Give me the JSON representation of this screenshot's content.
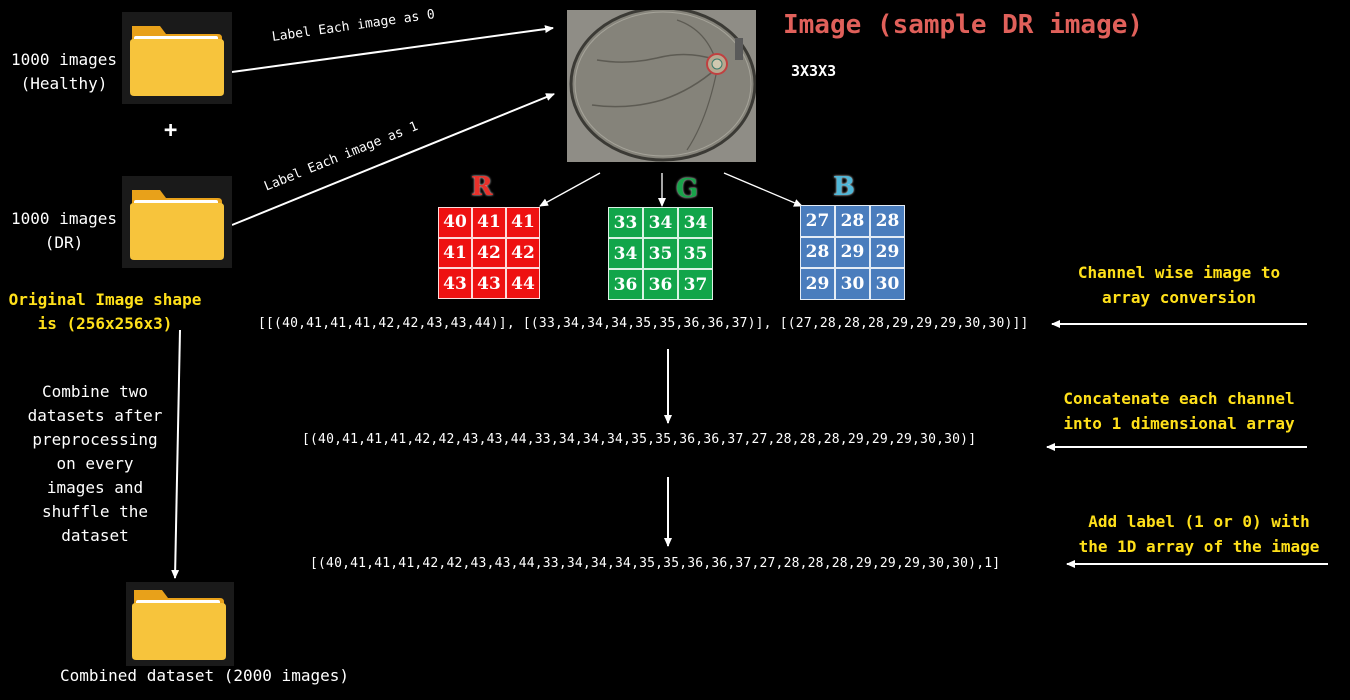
{
  "folders": {
    "healthy_label": [
      "1000 images",
      "(Healthy)"
    ],
    "dr_label": [
      "1000 images",
      "(DR)"
    ],
    "plus": "+",
    "combined_label": "Combined dataset (2000 images)"
  },
  "arrows": {
    "label_0": "Label Each image as 0",
    "label_1": "Label Each image as 1"
  },
  "original_shape": [
    "Original Image shape",
    "is (256x256x3)"
  ],
  "combine_text": [
    "Combine two",
    "datasets after",
    "preprocessing",
    "on every",
    "images and",
    "shuffle the",
    "dataset"
  ],
  "image": {
    "title": "Image (sample DR image)",
    "size": "3X3X3"
  },
  "channels": [
    {
      "letter": "R",
      "letter_color": "#e8312b",
      "fill": "#ee1111",
      "values": [
        "40",
        "41",
        "41",
        "41",
        "42",
        "42",
        "43",
        "43",
        "44"
      ]
    },
    {
      "letter": "G",
      "letter_color": "#18a34a",
      "fill": "#12a54a",
      "values": [
        "33",
        "34",
        "34",
        "34",
        "35",
        "35",
        "36",
        "36",
        "37"
      ]
    },
    {
      "letter": "B",
      "letter_color": "#4fb7d8",
      "fill": "#4a7dbd",
      "values": [
        "27",
        "28",
        "28",
        "28",
        "29",
        "29",
        "29",
        "30",
        "30"
      ]
    }
  ],
  "arrays": {
    "channel_wise": "[[(40,41,41,41,42,42,43,43,44)], [(33,34,34,34,35,35,36,36,37)], [(27,28,28,28,29,29,29,30,30)]]",
    "concatenated": "[(40,41,41,41,42,42,43,43,44,33,34,34,34,35,35,36,36,37,27,28,28,28,29,29,29,30,30)]",
    "labeled": "[(40,41,41,41,42,42,43,43,44,33,34,34,34,35,35,36,36,37,27,28,28,28,29,29,29,30,30),1]"
  },
  "notes": {
    "channel_wise": [
      "Channel wise image to",
      "array conversion"
    ],
    "concatenate": [
      "Concatenate each channel",
      "into 1 dimensional array"
    ],
    "add_label": [
      "Add label (1 or 0) with",
      "the 1D array of the image"
    ]
  },
  "colors": {
    "highlight": "#ffe01a",
    "title": "#e0605a",
    "background": "#000000"
  }
}
